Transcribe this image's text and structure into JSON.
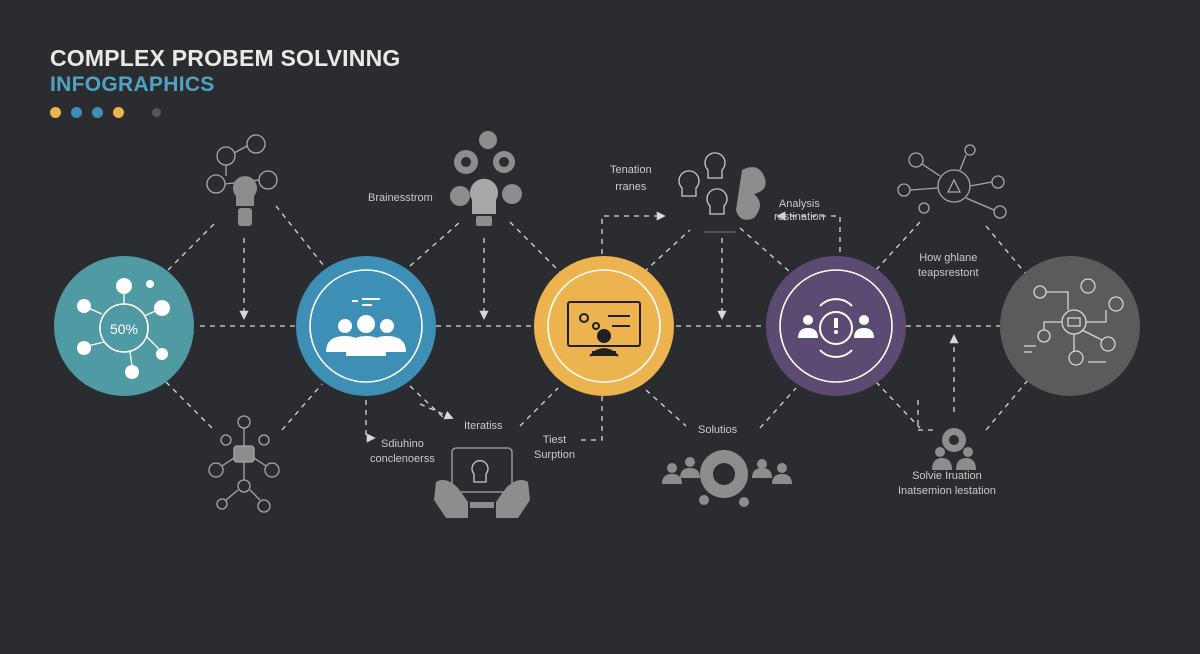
{
  "header": {
    "title": "COMPLEX PROBEM SOLVINNG",
    "subtitle": "INFOGRAPHICS"
  },
  "colors": {
    "background": "#2b2c2f",
    "teal": "#4f9aa3",
    "blue": "#3d8fb6",
    "yellow": "#ecb34f",
    "purple": "#5b4b73",
    "gray": "#5a5b5d",
    "line": "#d8d8d8",
    "icon": "#9a9b9d"
  },
  "legend_dots": [
    "#ecb34f",
    "#3d8fb6",
    "#3d8fb6",
    "#ecb34f",
    "#555659"
  ],
  "stages": [
    {
      "name": "stage-1",
      "value": "50%",
      "color": "#4f9aa3"
    },
    {
      "name": "stage-2",
      "value": "",
      "color": "#3d8fb6"
    },
    {
      "name": "stage-3",
      "value": "",
      "color": "#ecb34f"
    },
    {
      "name": "stage-4",
      "value": "",
      "color": "#5b4b73"
    },
    {
      "name": "stage-5",
      "value": "",
      "color": "#5a5b5d"
    }
  ],
  "labels": {
    "brainstorm": "Brainesstrom",
    "tenation_1": "Tenation",
    "tenation_2": "rranes",
    "analysis_1": "Analysis",
    "analysis_2": "restination",
    "how_1": "How ghlane",
    "how_2": "teapsrestont",
    "solving_1": "Sdiuhino",
    "solving_2": "conclenoerss",
    "iteratiss": "Iteratiss",
    "test_1": "Tiest",
    "test_2": "Surption",
    "solutios": "Solutios",
    "solve_1": "Solvie Iruation",
    "solve_2": "Inatsemion lestation"
  }
}
